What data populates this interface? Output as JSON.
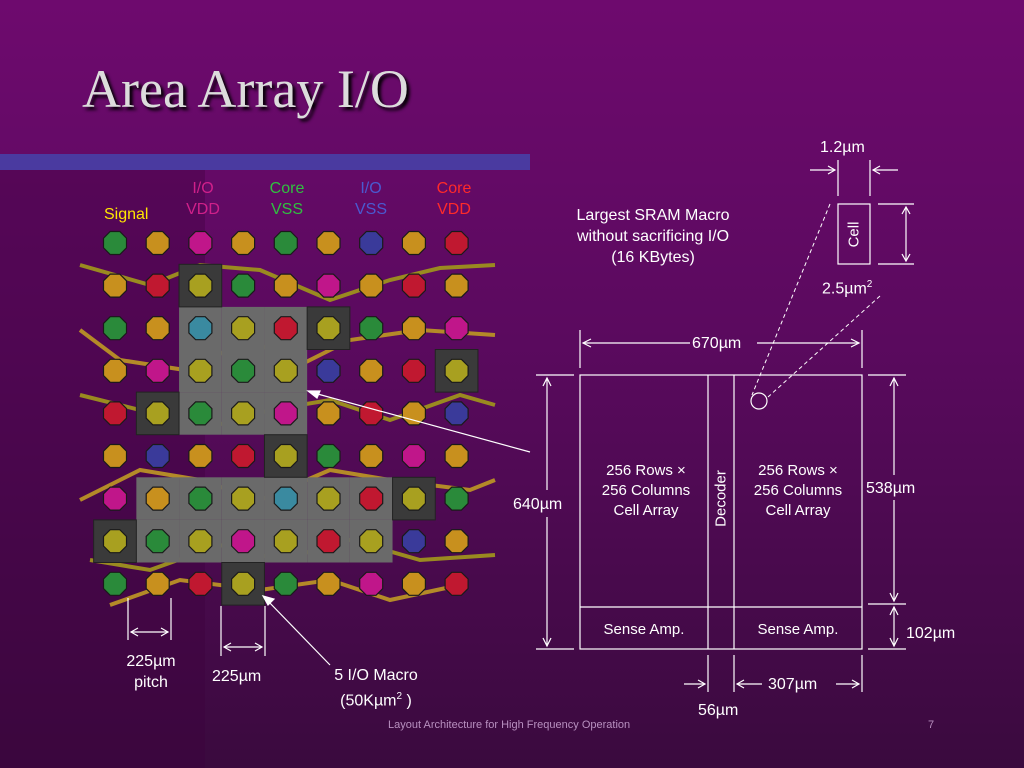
{
  "slide": {
    "title": "Area Array I/O",
    "footer": "Layout Architecture for High Frequency Operation",
    "page_number": "7"
  },
  "legend": {
    "signal": "Signal",
    "io_vdd": [
      "I/O",
      "VDD"
    ],
    "core_vss": [
      "Core",
      "VSS"
    ],
    "io_vss": [
      "I/O",
      "VSS"
    ],
    "core_vdd": [
      "Core",
      "VDD"
    ]
  },
  "colors": {
    "signal": "#c8901e",
    "io_vdd": "#c0168a",
    "core_vss": "#2a8a3a",
    "io_vss": "#3a3a9a",
    "core_vdd": "#c01830",
    "olive": "#a8a020",
    "teal": "#3a8aa0",
    "macro_fill": "#6a6a6a"
  },
  "pad_grid": {
    "rows": [
      [
        "core_vss",
        "signal",
        "io_vdd",
        "signal",
        "core_vss",
        "signal",
        "io_vss",
        "signal",
        "core_vdd"
      ],
      [
        "signal",
        "core_vdd",
        "olive",
        "core_vss",
        "signal",
        "io_vdd",
        "signal",
        "core_vdd",
        "signal"
      ],
      [
        "core_vss",
        "signal",
        "teal",
        "olive",
        "core_vdd",
        "olive",
        "core_vss",
        "signal",
        "io_vdd"
      ],
      [
        "signal",
        "io_vdd",
        "olive",
        "core_vss",
        "olive",
        "io_vss",
        "signal",
        "core_vdd",
        "olive"
      ],
      [
        "core_vdd",
        "olive",
        "core_vss",
        "olive",
        "io_vdd",
        "signal",
        "core_vdd",
        "signal",
        "io_vss"
      ],
      [
        "signal",
        "io_vss",
        "signal",
        "core_vdd",
        "olive",
        "core_vss",
        "signal",
        "io_vdd",
        "signal"
      ],
      [
        "io_vdd",
        "signal",
        "core_vss",
        "olive",
        "teal",
        "olive",
        "core_vdd",
        "olive",
        "core_vss"
      ],
      [
        "olive",
        "core_vss",
        "olive",
        "io_vdd",
        "olive",
        "core_vdd",
        "olive",
        "io_vss",
        "signal"
      ],
      [
        "core_vss",
        "signal",
        "core_vdd",
        "olive",
        "core_vss",
        "signal",
        "io_vdd",
        "signal",
        "core_vdd"
      ]
    ]
  },
  "annotations": {
    "sram_caption": [
      "Largest SRAM Macro",
      "without sacrificing I/O",
      "(16 KBytes)"
    ],
    "cell_width": "1.2µm",
    "cell_label": "Cell",
    "cell_area": "2.5µm",
    "cell_area_sup": "2",
    "width_670": "670µm",
    "height_640": "640µm",
    "height_538": "538µm",
    "height_102": "102µm",
    "width_307": "307µm",
    "width_56": "56µm",
    "array_left": [
      "256 Rows ×",
      "256 Columns",
      "Cell Array"
    ],
    "array_right": [
      "256 Rows ×",
      "256 Columns",
      "Cell Array"
    ],
    "decoder": "Decoder",
    "sense_left": "Sense Amp.",
    "sense_right": "Sense Amp.",
    "pitch": [
      "225µm",
      "pitch"
    ],
    "pad_size": "225µm",
    "macro_caption": [
      "5 I/O Macro",
      "(50Kµm",
      "2",
      " )"
    ]
  }
}
